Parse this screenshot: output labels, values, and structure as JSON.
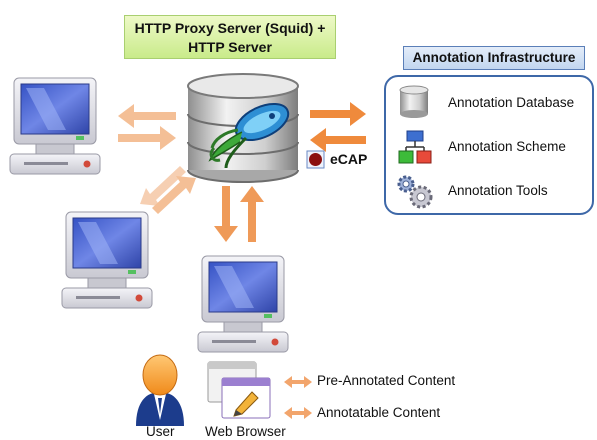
{
  "server": {
    "title_line1": "HTTP Proxy Server (Squid) +",
    "title_line2": "HTTP Server"
  },
  "annotation": {
    "title": "Annotation Infrastructure",
    "items": [
      {
        "label": "Annotation Database",
        "icon": "database-icon"
      },
      {
        "label": "Annotation Scheme",
        "icon": "hierarchy-icon"
      },
      {
        "label": "Annotation Tools",
        "icon": "gears-icon"
      }
    ]
  },
  "ecap": {
    "label": "eCAP"
  },
  "legend": {
    "pre_annotated": "Pre-Annotated Content",
    "annotatable": "Annotatable Content",
    "user": "User",
    "web_browser": "Web Browser"
  },
  "colors": {
    "arrow": "#f2a56c",
    "arrow_dark": "#ef8a3c",
    "server_box": "#c9eb8a",
    "annotation_border": "#3e68a8"
  }
}
